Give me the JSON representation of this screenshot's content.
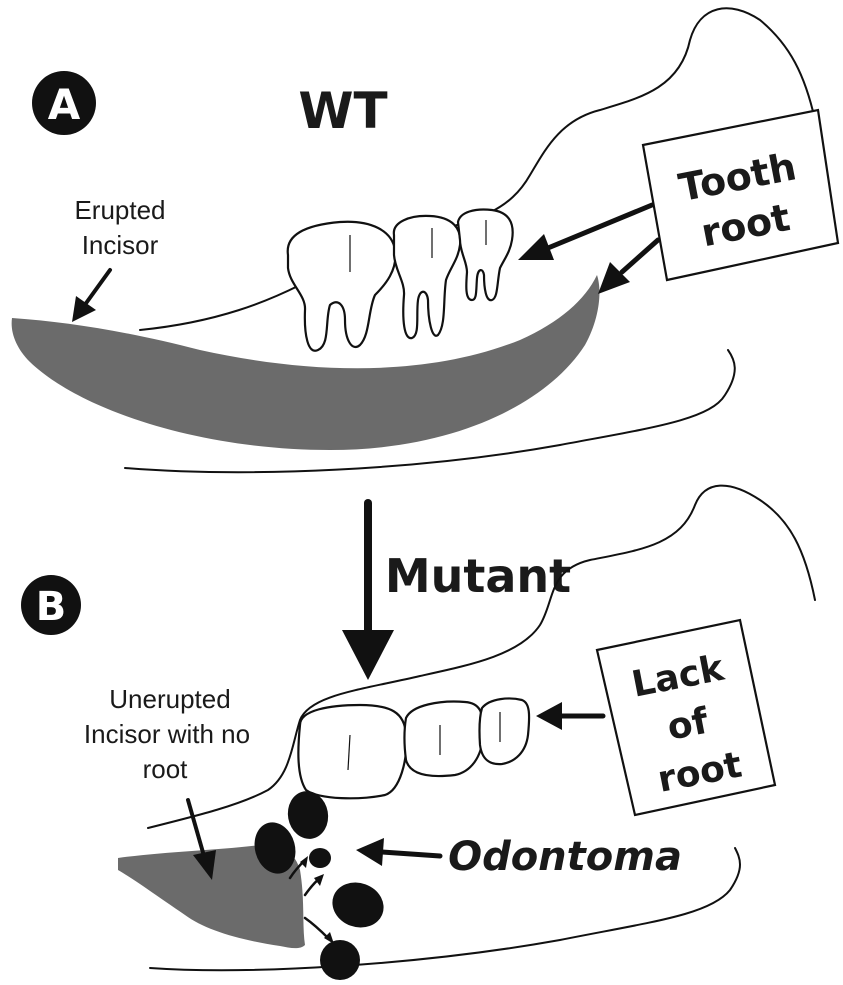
{
  "panel_a": {
    "badge": "A",
    "title": "WT",
    "incisor_label_line1": "Erupted",
    "incisor_label_line2": "Incisor",
    "box_line1": "Tooth",
    "box_line2": "root"
  },
  "transition": {
    "label": "Mutant"
  },
  "panel_b": {
    "badge": "B",
    "incisor_label_line1": "Unerupted",
    "incisor_label_line2": "Incisor with no",
    "incisor_label_line3": "root",
    "box_line1": "Lack",
    "box_line2": "of",
    "box_line3": "root",
    "odontoma_label": "Odontoma"
  }
}
